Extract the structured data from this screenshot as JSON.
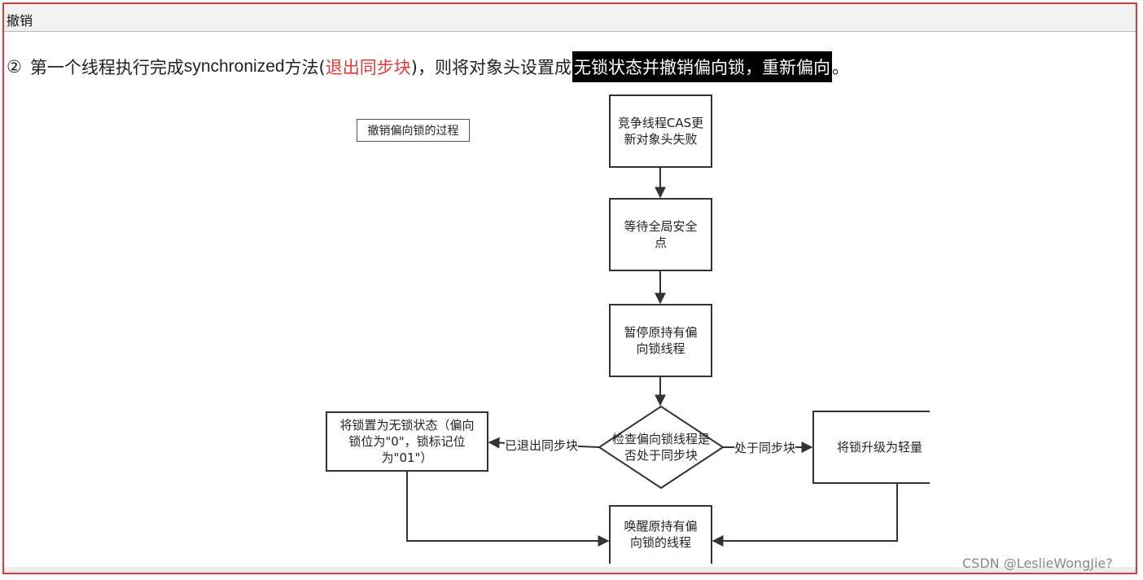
{
  "window": {
    "title": "撤销"
  },
  "headline": {
    "number": "②",
    "part1": "第一个线程执行完成",
    "keyword": "synchronized",
    "part2": "方法(",
    "red_text": "退出同步块",
    "part3": ")，则将对象头设置成",
    "highlighted": "无锁状态并撤销偏向锁，重新偏向",
    "end": "。"
  },
  "diagram": {
    "caption": "撤销偏向锁的过程",
    "nodes": {
      "cas_fail": "竞争线程CAS更新对象头失败",
      "wait_safepoint": "等待全局安全点",
      "pause_thread": "暂停原持有偏向锁线程",
      "check_sync": "检查偏向锁线程是否处于同步块",
      "set_unlocked": "将锁置为无锁状态（偏向锁位为\"0\"，锁标记位为\"01\"）",
      "upgrade_lightweight": "将锁升级为轻量",
      "wake_thread": "唤醒原持有偏向锁的线程"
    },
    "edges": {
      "exited": "已退出同步块",
      "in_sync": "处于同步块"
    }
  },
  "watermark": "CSDN @LeslieWongJie?",
  "colors": {
    "frame": "#e53935",
    "red_text": "#e53935",
    "highlight_bg": "#000000"
  }
}
